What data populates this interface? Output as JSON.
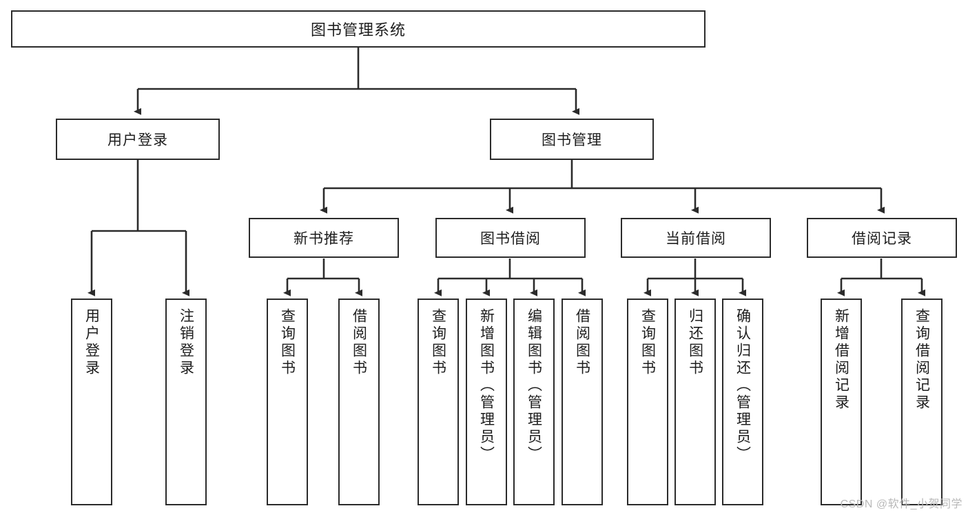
{
  "diagram": {
    "title": "图书管理系统",
    "type": "tree",
    "watermark": "CSDN @软件_小贺同学",
    "colors": {
      "box_border": "#2b2b2b",
      "box_fill": "#ffffff",
      "connector": "#2b2b2b",
      "text": "#1d1d1d",
      "watermark": "#b9b9b9"
    },
    "levels": {
      "root": "图书管理系统",
      "level2": [
        "用户登录",
        "图书管理"
      ],
      "level3": [
        "新书推荐",
        "图书借阅",
        "当前借阅",
        "借阅记录"
      ]
    },
    "nodes": {
      "root": {
        "label": "图书管理系统"
      },
      "user_login": {
        "label": "用户登录"
      },
      "book_mgmt": {
        "label": "图书管理"
      },
      "new_book_rec": {
        "label": "新书推荐"
      },
      "book_borrow": {
        "label": "图书借阅"
      },
      "current_borrow": {
        "label": "当前借阅"
      },
      "borrow_record": {
        "label": "借阅记录"
      },
      "leaf_user_login": {
        "label": "用户登录"
      },
      "leaf_logout": {
        "label": "注销登录"
      },
      "leaf_query_book_1": {
        "label": "查询图书"
      },
      "leaf_borrow_book_1": {
        "label": "借阅图书"
      },
      "leaf_query_book_2": {
        "label": "查询图书"
      },
      "leaf_add_book": {
        "label": "新增图书（管理员）"
      },
      "leaf_edit_book": {
        "label": "编辑图书（管理员）"
      },
      "leaf_borrow_book_2": {
        "label": "借阅图书"
      },
      "leaf_query_book_3": {
        "label": "查询图书"
      },
      "leaf_return_book": {
        "label": "归还图书"
      },
      "leaf_confirm_return": {
        "label": "确认归还（管理员）"
      },
      "leaf_add_record": {
        "label": "新增借阅记录"
      },
      "leaf_query_record": {
        "label": "查询借阅记录"
      }
    },
    "edges": [
      {
        "from": "root",
        "to": "user_login"
      },
      {
        "from": "root",
        "to": "book_mgmt"
      },
      {
        "from": "user_login",
        "to": "leaf_user_login"
      },
      {
        "from": "user_login",
        "to": "leaf_logout"
      },
      {
        "from": "book_mgmt",
        "to": "new_book_rec"
      },
      {
        "from": "book_mgmt",
        "to": "book_borrow"
      },
      {
        "from": "book_mgmt",
        "to": "current_borrow"
      },
      {
        "from": "book_mgmt",
        "to": "borrow_record"
      },
      {
        "from": "new_book_rec",
        "to": "leaf_query_book_1"
      },
      {
        "from": "new_book_rec",
        "to": "leaf_borrow_book_1"
      },
      {
        "from": "book_borrow",
        "to": "leaf_query_book_2"
      },
      {
        "from": "book_borrow",
        "to": "leaf_add_book"
      },
      {
        "from": "book_borrow",
        "to": "leaf_edit_book"
      },
      {
        "from": "book_borrow",
        "to": "leaf_borrow_book_2"
      },
      {
        "from": "current_borrow",
        "to": "leaf_query_book_3"
      },
      {
        "from": "current_borrow",
        "to": "leaf_return_book"
      },
      {
        "from": "current_borrow",
        "to": "leaf_confirm_return"
      },
      {
        "from": "borrow_record",
        "to": "leaf_add_record"
      },
      {
        "from": "borrow_record",
        "to": "leaf_query_record"
      }
    ]
  }
}
